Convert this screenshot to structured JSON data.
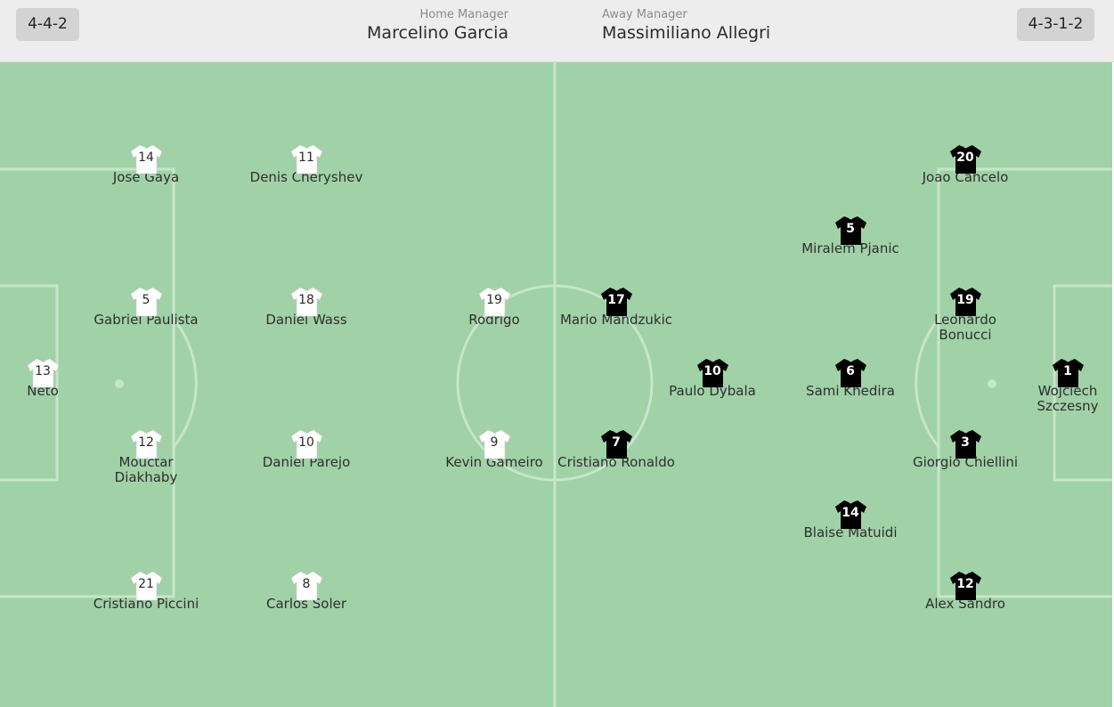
{
  "header": {
    "home_formation": "4-4-2",
    "away_formation": "4-3-1-2",
    "home_manager_label": "Home Manager",
    "home_manager": "Marcelino Garcia",
    "away_manager_label": "Away Manager",
    "away_manager": "Massimiliano Allegri"
  },
  "colors": {
    "pitch": "#a1d1a7",
    "pitch_lines": "#c6e6c9",
    "home_shirt": "#ffffff",
    "away_shirt": "#000000"
  },
  "home_players": [
    {
      "number": "13",
      "name": "Neto"
    },
    {
      "number": "14",
      "name": "Jose Gaya"
    },
    {
      "number": "5",
      "name": "Gabriel Paulista"
    },
    {
      "number": "12",
      "name": "Mouctar Diakhaby"
    },
    {
      "number": "21",
      "name": "Cristiano Piccini"
    },
    {
      "number": "11",
      "name": "Denis Cheryshev"
    },
    {
      "number": "18",
      "name": "Daniel Wass"
    },
    {
      "number": "10",
      "name": "Daniel Parejo"
    },
    {
      "number": "8",
      "name": "Carlos Soler"
    },
    {
      "number": "19",
      "name": "Rodrigo"
    },
    {
      "number": "9",
      "name": "Kevin Gameiro"
    }
  ],
  "away_players": [
    {
      "number": "1",
      "name": "Wojciech Szczesny"
    },
    {
      "number": "20",
      "name": "Joao Cancelo"
    },
    {
      "number": "19",
      "name": "Leonardo Bonucci"
    },
    {
      "number": "3",
      "name": "Giorgio Chiellini"
    },
    {
      "number": "12",
      "name": "Alex Sandro"
    },
    {
      "number": "5",
      "name": "Miralem Pjanic"
    },
    {
      "number": "6",
      "name": "Sami Khedira"
    },
    {
      "number": "14",
      "name": "Blaise Matuidi"
    },
    {
      "number": "10",
      "name": "Paulo Dybala"
    },
    {
      "number": "17",
      "name": "Mario Mandzukic"
    },
    {
      "number": "7",
      "name": "Cristiano Ronaldo"
    }
  ]
}
